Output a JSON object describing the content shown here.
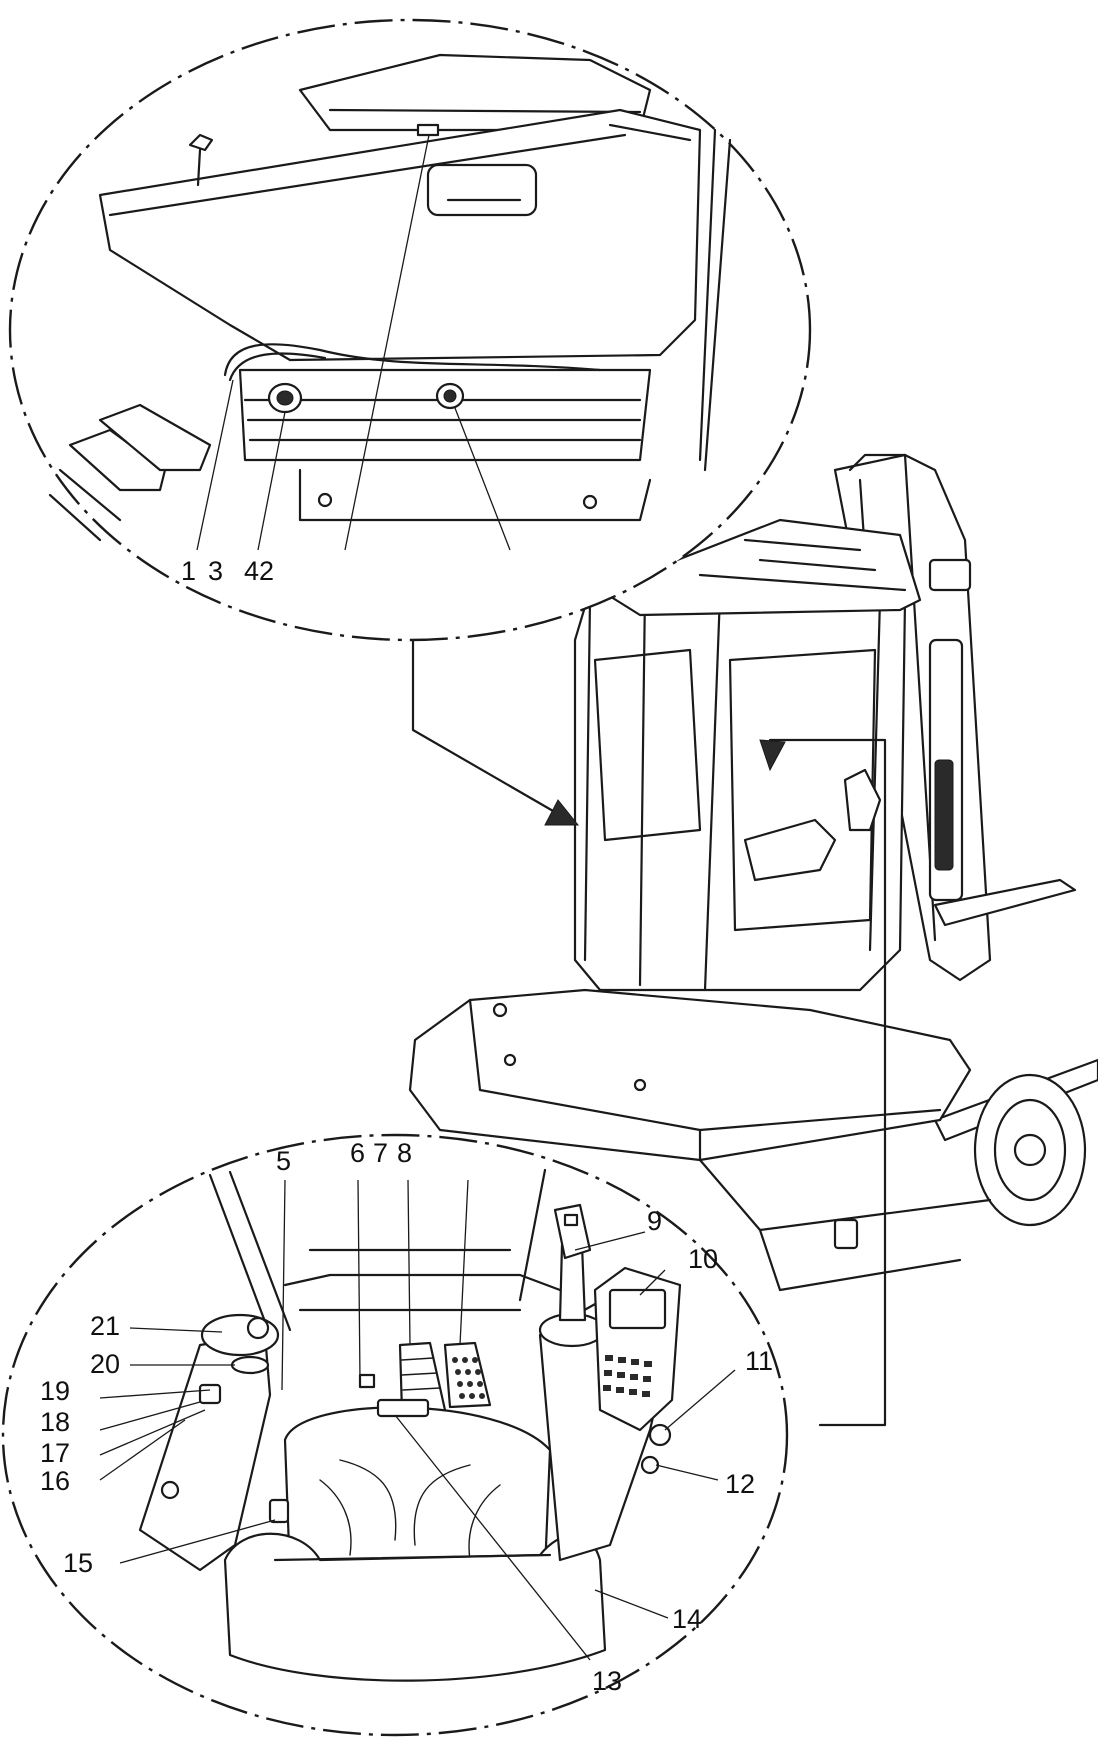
{
  "callouts": {
    "top": [
      "1",
      "3",
      "42"
    ],
    "cabin": [
      "5",
      "6",
      "7",
      "8",
      "9",
      "10",
      "11",
      "12",
      "13",
      "14",
      "15",
      "16",
      "17",
      "18",
      "19",
      "20",
      "21"
    ]
  },
  "colors": {
    "line": "#1a1a1a",
    "background": "#ffffff"
  }
}
